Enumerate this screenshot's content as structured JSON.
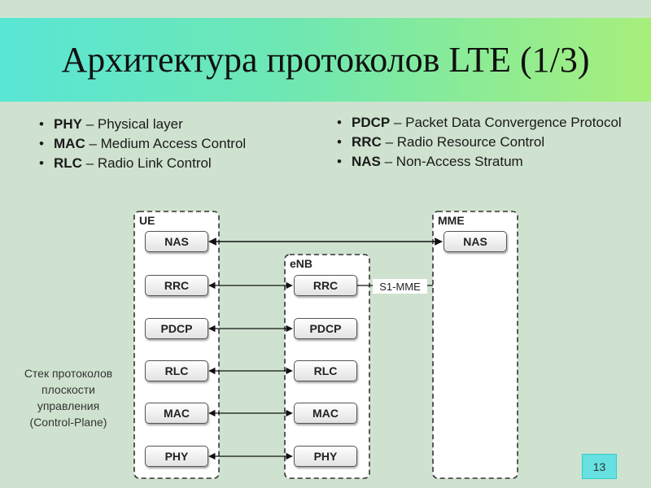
{
  "title": "Архитектура протоколов LTE (1/3)",
  "bullets_left": [
    {
      "abbr": "PHY",
      "text": " – Physical layer"
    },
    {
      "abbr": "MAC",
      "text": " – Medium Access Control"
    },
    {
      "abbr": "RLC",
      "text": " – Radio Link Control"
    }
  ],
  "bullets_right": [
    {
      "abbr": "PDCP",
      "text": " – Packet Data Convergence Protocol"
    },
    {
      "abbr": "RRC",
      "text": " – Radio Resource Control"
    },
    {
      "abbr": "NAS",
      "text": " – Non-Access Stratum"
    }
  ],
  "diagram": {
    "ue": {
      "label": "UE",
      "layers": [
        "NAS",
        "RRC",
        "PDCP",
        "RLC",
        "MAC",
        "PHY"
      ]
    },
    "enb": {
      "label": "eNB",
      "layers": [
        "RRC",
        "PDCP",
        "RLC",
        "MAC",
        "PHY"
      ]
    },
    "mme": {
      "label": "MME",
      "layers": [
        "NAS"
      ]
    },
    "interface_label": "S1-MME",
    "side_label": [
      "Стек протоколов",
      "плоскости",
      "управления",
      "(Control-Plane)"
    ]
  },
  "page_number": "13"
}
